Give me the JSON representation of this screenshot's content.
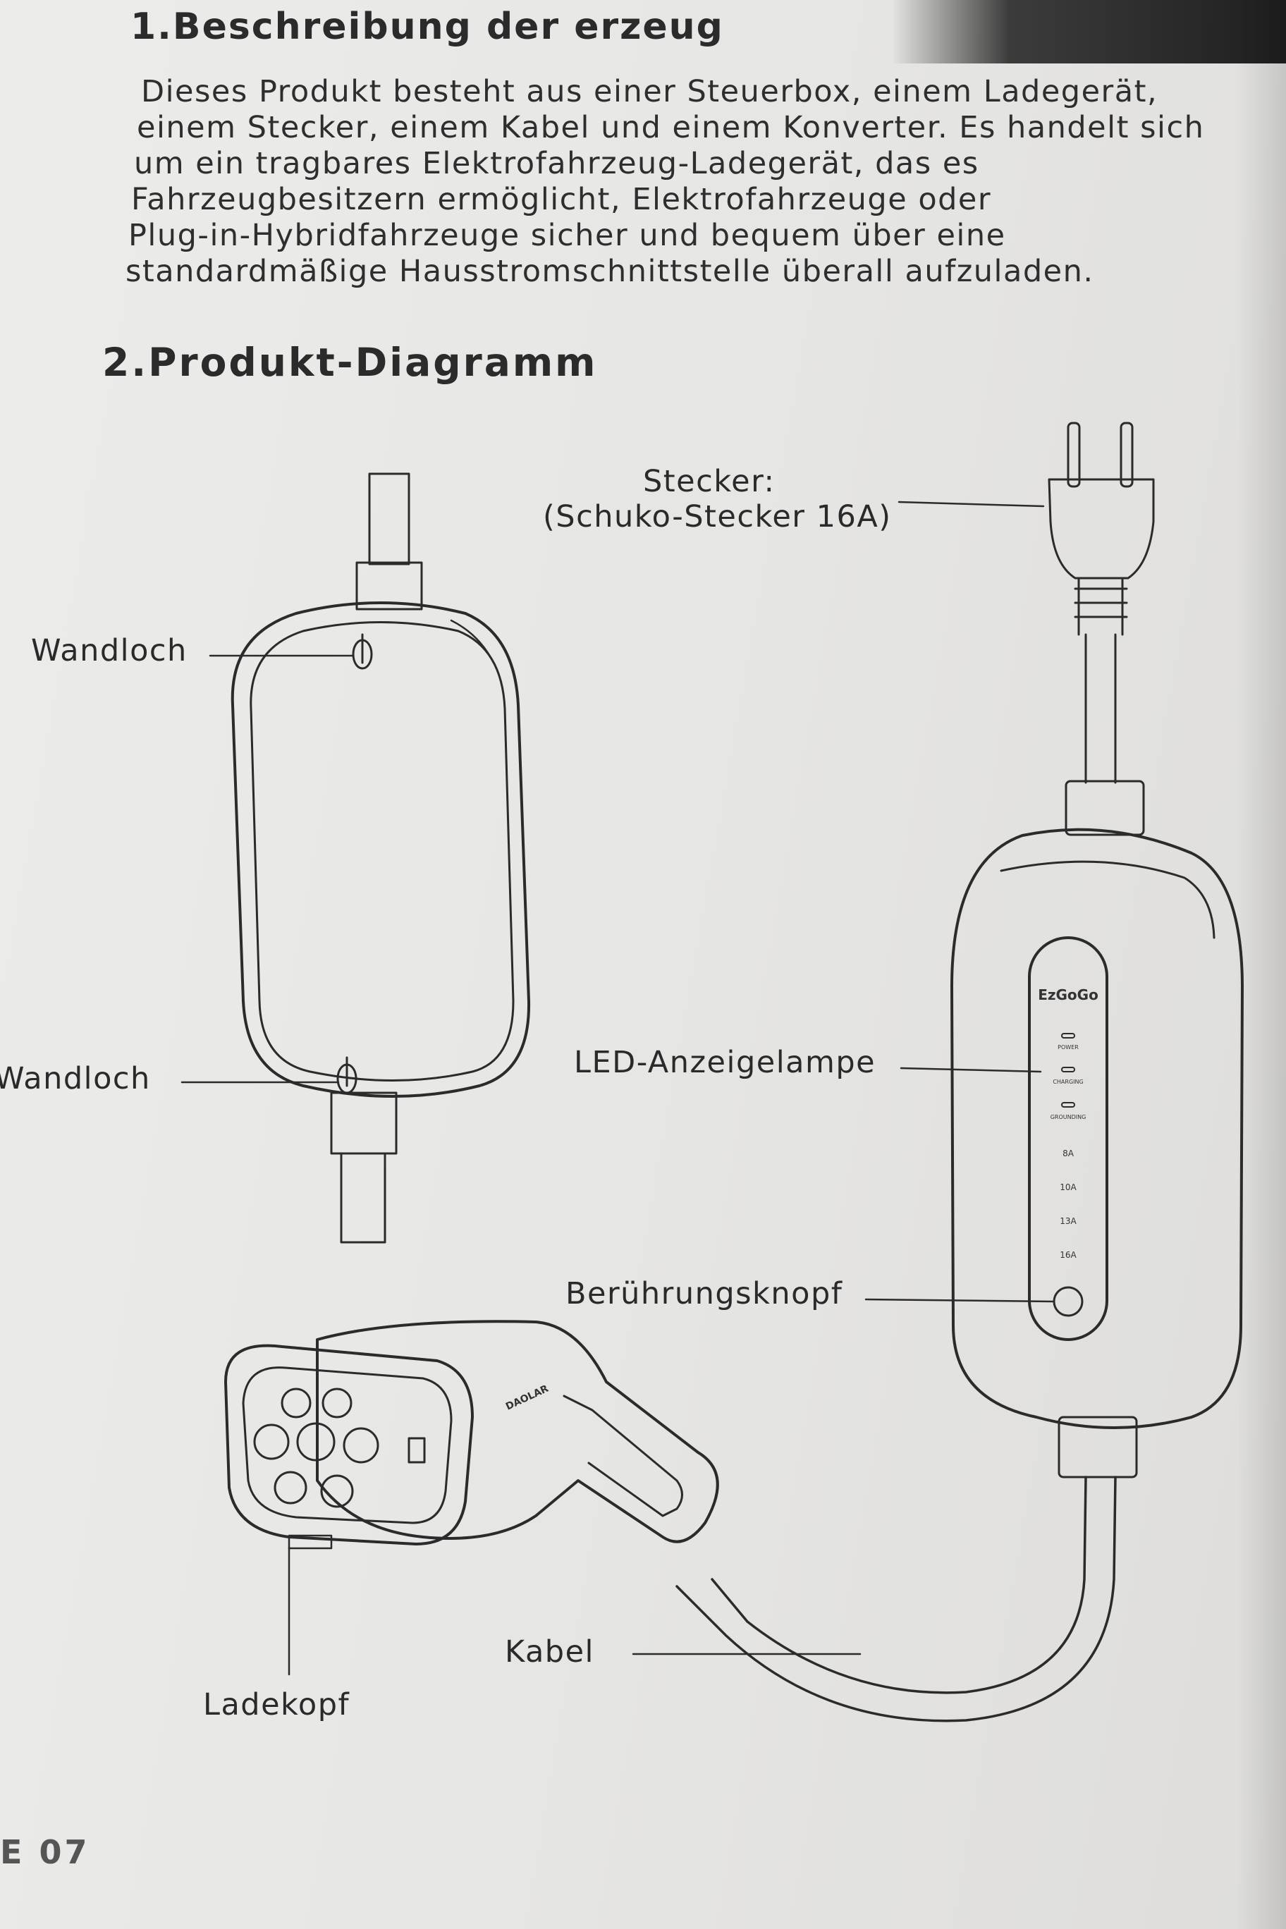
{
  "section1": {
    "heading": "1.Beschreibung der erzeug",
    "paragraph_lines": [
      "Dieses Produkt besteht aus einer Steuerbox, einem Ladegerät,",
      "einem Stecker, einem Kabel und einem Konverter. Es handelt sich",
      "um ein tragbares Elektrofahrzeug-Ladegerät, das es",
      "Fahrzeugbesitzern ermöglicht, Elektrofahrzeuge oder",
      "Plug-in-Hybridfahrzeuge sicher und bequem über eine",
      "standardmäßige Hausstromschnittstelle überall aufzuladen."
    ]
  },
  "section2": {
    "heading": "2.Produkt-Diagramm"
  },
  "labels": {
    "stecker_line1": "Stecker:",
    "stecker_line2": "(Schuko-Stecker 16A)",
    "wandloch_top": "Wandloch",
    "wandloch_bottom": "Wandloch",
    "led": "LED-Anzeigelampe",
    "button": "Berührungsknopf",
    "kabel": "Kabel",
    "ladekopf": "Ladekopf"
  },
  "device": {
    "brand": "EzGoGo",
    "indicators": [
      "POWER",
      "CHARGING",
      "GROUNDING"
    ],
    "currents": [
      "8A",
      "10A",
      "13A",
      "16A"
    ],
    "connector_text": "DAOLAR"
  },
  "footer": {
    "page": "E 07"
  },
  "colors": {
    "paper": "#e8e8e6",
    "ink": "#2b2b2b"
  }
}
